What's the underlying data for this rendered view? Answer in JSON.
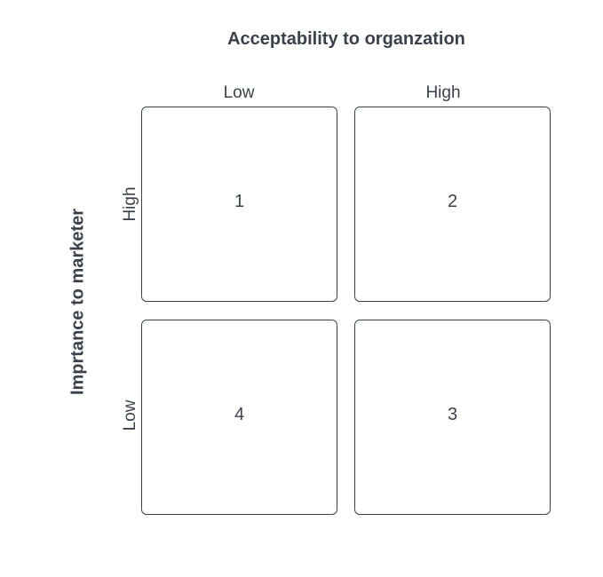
{
  "matrix": {
    "top_title": "Acceptability to organzation",
    "side_title": "Imprtance to marketer",
    "columns": [
      "Low",
      "High"
    ],
    "rows": [
      "High",
      "Low"
    ],
    "cells": {
      "high_low": "1",
      "high_high": "2",
      "low_high": "3",
      "low_low": "4"
    }
  }
}
